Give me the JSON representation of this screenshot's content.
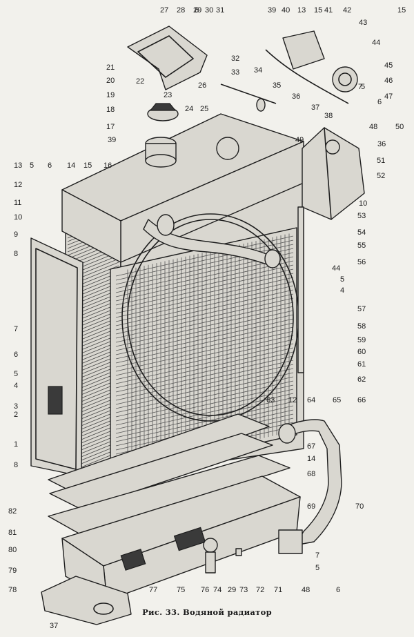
{
  "figure": {
    "caption": "Рис. 33. Водяной радиатор"
  },
  "callouts": [
    "1",
    "2",
    "3",
    "4",
    "5",
    "6",
    "7",
    "8",
    "9",
    "10",
    "11",
    "12",
    "13",
    "14",
    "15",
    "16",
    "17",
    "18",
    "19",
    "20",
    "21",
    "22",
    "23",
    "24",
    "25",
    "26",
    "27",
    "28",
    "29",
    "30",
    "31",
    "32",
    "33",
    "34",
    "35",
    "36",
    "37",
    "38",
    "39",
    "40",
    "41",
    "42",
    "43",
    "44",
    "45",
    "46",
    "47",
    "48",
    "49",
    "50",
    "51",
    "52",
    "53",
    "54",
    "55",
    "56",
    "57",
    "58",
    "59",
    "60",
    "61",
    "62",
    "63",
    "64",
    "65",
    "66",
    "67",
    "68",
    "69",
    "70",
    "71",
    "72",
    "73",
    "74",
    "75",
    "76",
    "77",
    "78",
    "79",
    "80",
    "81",
    "82"
  ]
}
